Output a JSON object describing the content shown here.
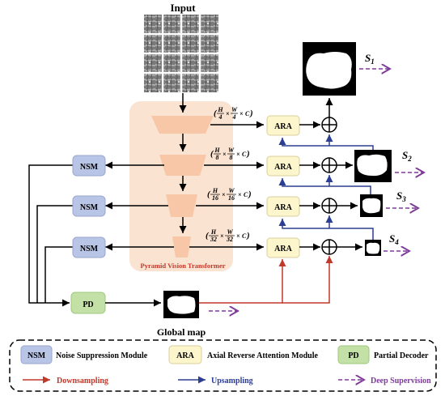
{
  "input_label": "Input",
  "global_map_label": "Global map",
  "pvt_label": "Pyramid Vision Transformer",
  "ara_label": "ARA",
  "nsm_label": "NSM",
  "pd_label": "PD",
  "dims": [
    {
      "num_h": "H",
      "den_h": "4",
      "num_w": "W",
      "den_w": "4",
      "c": "C"
    },
    {
      "num_h": "H",
      "den_h": "8",
      "num_w": "W",
      "den_w": "8",
      "c": "C"
    },
    {
      "num_h": "H",
      "den_h": "16",
      "num_w": "W",
      "den_w": "16",
      "c": "C"
    },
    {
      "num_h": "H",
      "den_h": "32",
      "num_w": "W",
      "den_w": "32",
      "c": "C"
    }
  ],
  "outputs": [
    {
      "letter": "S",
      "sub": "1"
    },
    {
      "letter": "S",
      "sub": "2"
    },
    {
      "letter": "S",
      "sub": "3"
    },
    {
      "letter": "S",
      "sub": "4"
    }
  ],
  "legend": {
    "nsm_abbr": "NSM",
    "nsm_text": "Noise Suppression Module",
    "ara_abbr": "ARA",
    "ara_text": "Axial Reverse Attention Module",
    "pd_abbr": "PD",
    "pd_text": "Partial Decoder",
    "down_text": "Downsampling",
    "up_text": "Upsampling",
    "deep_text": "Deep Supervision"
  },
  "colors": {
    "pvt_bg": "#fbe3d2",
    "trapezoid": "#f7c7a8",
    "ara_fill": "#fdf5cc",
    "module_fill": "#b9c5e6",
    "pd_fill": "#c3e0a6",
    "downsample": "#c0392b",
    "upsample": "#2c3e91",
    "deep_supervision": "#7d3c98"
  }
}
